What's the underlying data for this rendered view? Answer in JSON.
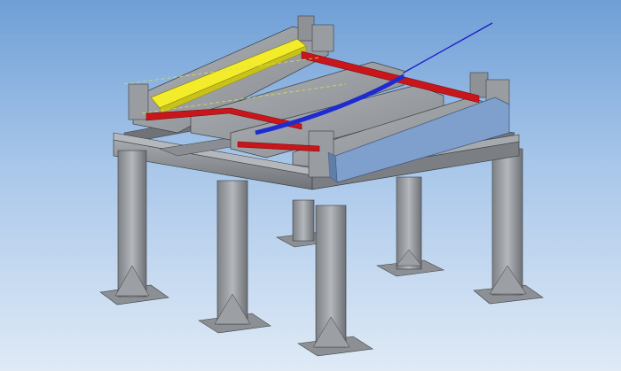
{
  "viewport": {
    "background_top": "#6f9fd6",
    "background_bottom": "#dfeaf6"
  },
  "model": {
    "parts": [
      {
        "name": "support-frame",
        "color": "#8f9397"
      },
      {
        "name": "leg",
        "color": "#9a9ea2"
      },
      {
        "name": "foot-plate",
        "color": "#a5a9ad"
      },
      {
        "name": "highlighted-beam-yellow",
        "color": "#f2ec2a"
      },
      {
        "name": "highlighted-rail-red",
        "color": "#c8161b"
      },
      {
        "name": "highlighted-rail-blue",
        "color": "#1d2bd1"
      },
      {
        "name": "highlighted-plate-lightblue",
        "color": "#7f9fcc"
      },
      {
        "name": "axis-line",
        "color": "#1f1fc8"
      }
    ],
    "leg_count": 6
  }
}
